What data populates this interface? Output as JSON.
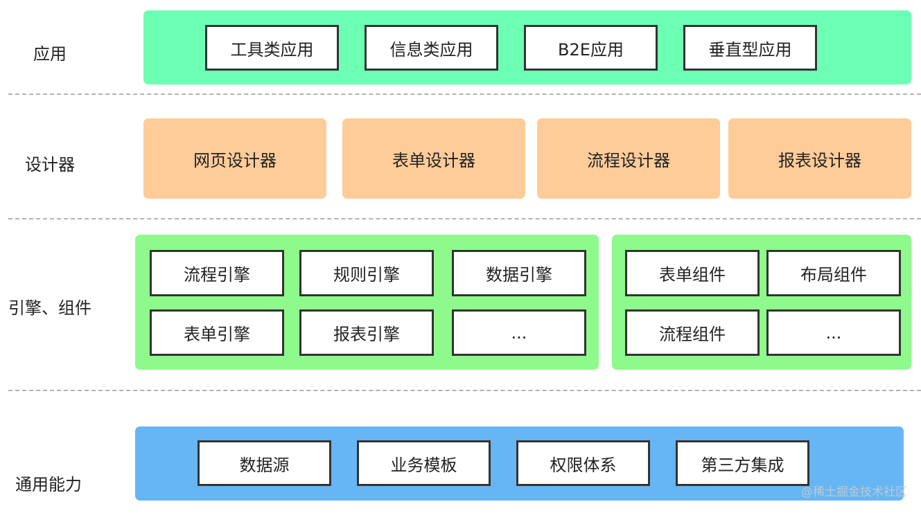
{
  "rows": {
    "apps": {
      "label": "应用",
      "items": [
        "工具类应用",
        "信息类应用",
        "B2E应用",
        "垂直型应用"
      ]
    },
    "designers": {
      "label": "设计器",
      "items": [
        "网页设计器",
        "表单设计器",
        "流程设计器",
        "报表设计器"
      ]
    },
    "engines": {
      "label": "引擎、组件",
      "engine_items": [
        "流程引擎",
        "规则引擎",
        "数据引擎",
        "表单引擎",
        "报表引擎",
        "..."
      ],
      "component_items": [
        "表单组件",
        "布局组件",
        "流程组件",
        "..."
      ]
    },
    "common": {
      "label": "通用能力",
      "items": [
        "数据源",
        "业务模板",
        "权限体系",
        "第三方集成"
      ]
    }
  },
  "watermark": "@稀土掘金技术社区",
  "colors": {
    "apps_panel": "#6dffb4",
    "designer_box": "#fdcc99",
    "engine_panel": "#8ffa8c",
    "common_panel": "#66b6f5",
    "box_border": "#333333",
    "divider": "#b3b3b3"
  }
}
